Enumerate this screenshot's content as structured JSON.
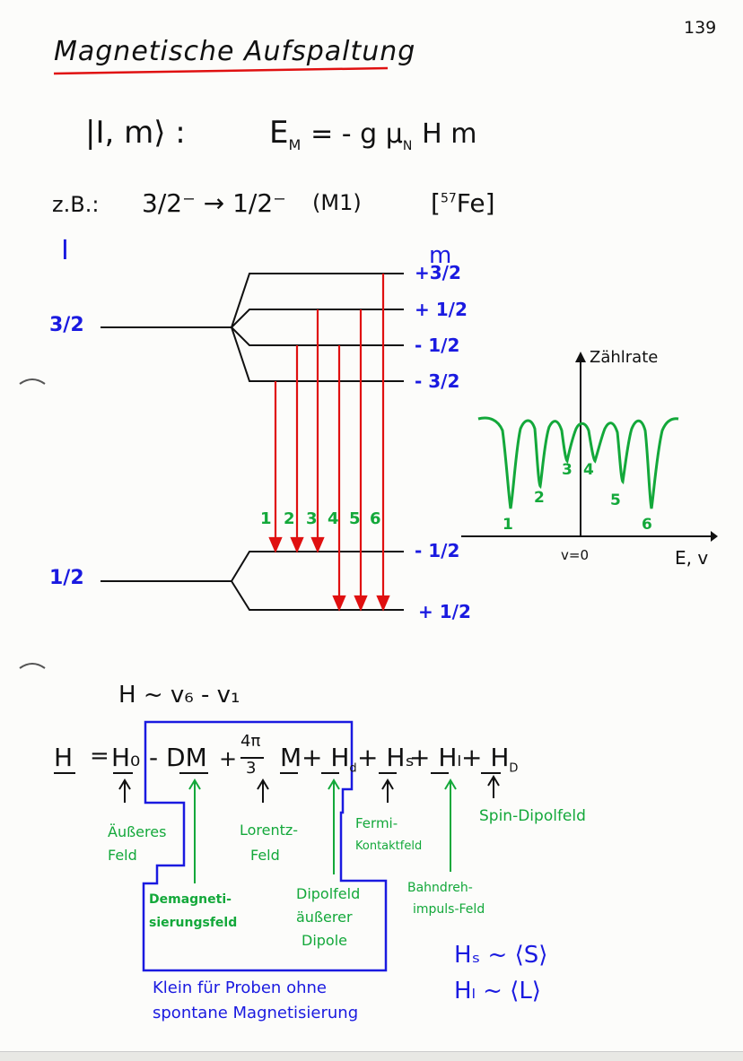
{
  "page_number": "139",
  "title": "Magnetische Aufspaltung",
  "formula": {
    "state": "|I, m⟩ :",
    "energy": "E",
    "energy_sub": "M",
    "energy_rhs": "= - g μ",
    "mu_sub": "N",
    "energy_end": "H m"
  },
  "example": {
    "prefix": "z.B.:",
    "transition": "3/2⁻ → 1/2⁻",
    "type": "(M1)",
    "isotope": "[",
    "isotope_mass": "57",
    "isotope_end": "Fe]"
  },
  "level_diagram": {
    "axis_I": "I",
    "axis_m": "m",
    "upper_level": "3/2",
    "lower_level": "1/2",
    "upper_sublevels": [
      "+3/2",
      "+ 1/2",
      "- 1/2",
      "- 3/2"
    ],
    "lower_sublevels": [
      "- 1/2",
      "+ 1/2"
    ],
    "transition_numbers": [
      "1",
      "2",
      "3",
      "4",
      "5",
      "6"
    ]
  },
  "spectrum": {
    "ylabel": "Zählrate",
    "xlabel": "E, v",
    "origin_label": "v=0",
    "peak_labels": [
      "1",
      "2",
      "3",
      "4",
      "5",
      "6"
    ]
  },
  "field_relation": "H ~ v₆ - v₁",
  "hamiltonian": {
    "lhs": "H",
    "eq": "=",
    "h0": "H₀",
    "demag": "- DM",
    "lorentz_coef_num": "4π",
    "lorentz_coef_den": "3",
    "lorentz_m": "M",
    "hd": "+ H",
    "hd_sub": "d",
    "hs": "+ Hₛ",
    "hl": "+ Hₗ",
    "hD": "+ H",
    "hD_sub": "D"
  },
  "annotations": {
    "external_field": [
      "Äußeres",
      "Feld"
    ],
    "lorentz_field": [
      "Lorentz-",
      "Feld"
    ],
    "fermi_field": [
      "Fermi-",
      "Kontaktfeld"
    ],
    "spin_dipol": "Spin-Dipolfeld",
    "demag_field": [
      "Demagneti-",
      "sierungsfeld"
    ],
    "dipol_field": [
      "Dipolfeld",
      "äußerer",
      "Dipole"
    ],
    "orbital_field": [
      "Bahndreh-",
      "impuls-Feld"
    ],
    "box_caption": [
      "Klein für Proben ohne",
      "spontane Magnetisierung"
    ]
  },
  "proportionality": {
    "hs": "Hₛ ~ ⟨S⟩",
    "hl": "Hₗ ~ ⟨L⟩"
  },
  "colors": {
    "blue": "#1a1ae0",
    "green": "#13a83a",
    "red": "#e01010",
    "title_underline": "#e01010"
  }
}
